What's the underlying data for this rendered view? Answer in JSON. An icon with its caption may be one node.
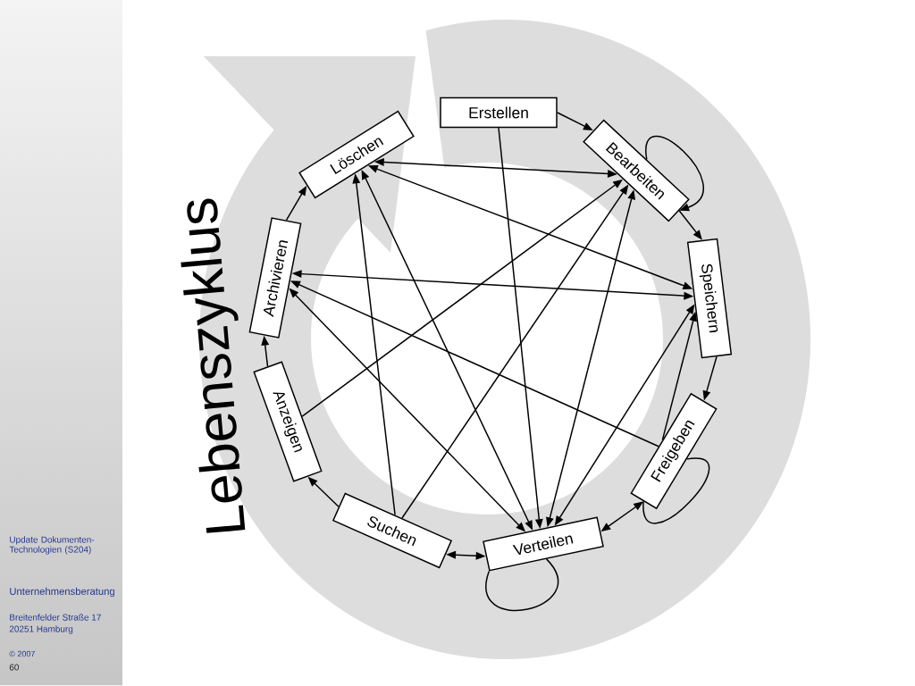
{
  "diagram": {
    "nodes": [
      {
        "text": [
          "Erstellen"
        ]
      },
      {
        "text": [
          "Bearbeiten"
        ]
      },
      {
        "text": [
          "Speichern"
        ]
      },
      {
        "text": [
          "Freigeben"
        ]
      },
      {
        "text": [
          "Verteilen"
        ]
      },
      {
        "text": [
          "Suchen"
        ]
      },
      {
        "text": [
          "Anzeigen"
        ]
      },
      {
        "text": [
          "Archivieren"
        ]
      },
      {
        "text": [
          "Löschen"
        ]
      }
    ],
    "edges": [
      {
        "from": 0,
        "to": 1,
        "arrow": "to"
      },
      {
        "from": 1,
        "to": 2,
        "arrow": "to"
      },
      {
        "from": 2,
        "to": 3,
        "arrow": "to"
      },
      {
        "from": 3,
        "to": 4,
        "arrow": "both"
      },
      {
        "from": 4,
        "to": 5,
        "arrow": "both"
      },
      {
        "from": 5,
        "to": 6,
        "arrow": "to"
      },
      {
        "from": 6,
        "to": 7,
        "arrow": "to"
      },
      {
        "from": 7,
        "to": 8,
        "arrow": "to"
      },
      {
        "from": 1,
        "to": 1,
        "arrow": "to"
      },
      {
        "from": 3,
        "to": 3,
        "arrow": "none"
      },
      {
        "from": 4,
        "to": 4,
        "arrow": "none"
      },
      {
        "from": 0,
        "to": 4,
        "arrow": "to"
      },
      {
        "from": 1,
        "to": 8,
        "arrow": "both"
      },
      {
        "from": 2,
        "to": 8,
        "arrow": "both"
      },
      {
        "from": 5,
        "to": 8,
        "arrow": "to"
      },
      {
        "from": 4,
        "to": 8,
        "arrow": "both"
      },
      {
        "from": 6,
        "to": 1,
        "arrow": "to"
      },
      {
        "from": 5,
        "to": 1,
        "arrow": "to"
      },
      {
        "from": 4,
        "to": 1,
        "arrow": "both"
      },
      {
        "from": 2,
        "to": 7,
        "arrow": "both"
      },
      {
        "from": 4,
        "to": 7,
        "arrow": "both"
      },
      {
        "from": 3,
        "to": 7,
        "arrow": "to"
      },
      {
        "from": 2,
        "to": 4,
        "arrow": "both"
      },
      {
        "from": 3,
        "to": 2,
        "arrow": "to"
      }
    ],
    "labels": [
      "Lebenszyklus",
      "Update Dokumenten-Technologien (S204)",
      "Unternehmensberatung",
      "Breitenfelder Straße 17",
      "20251 Hamburg",
      "© 2007",
      "60"
    ]
  }
}
